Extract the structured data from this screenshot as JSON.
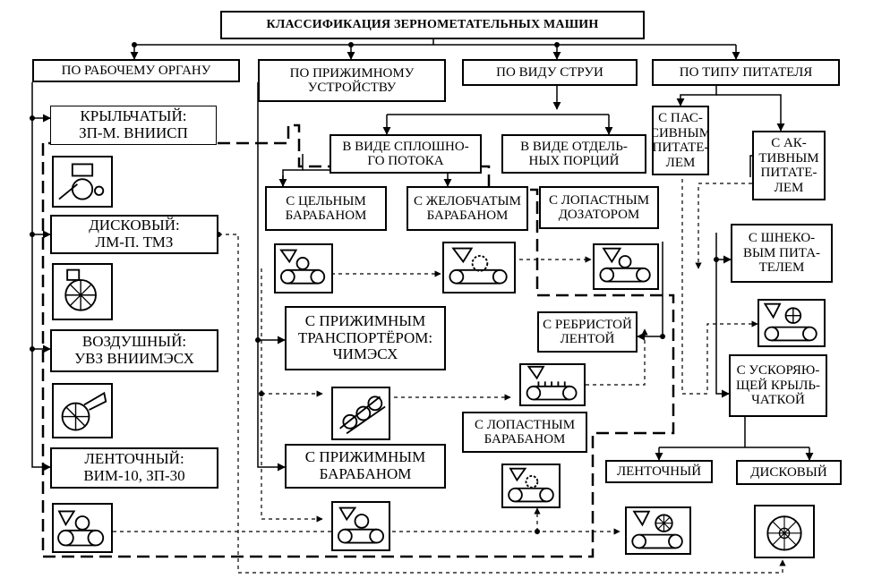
{
  "title": "КЛАССИФИКАЦИЯ ЗЕРНОМЕТАТЕЛЬНЫХ МАШИН",
  "categories": {
    "working_organ": "ПО РАБОЧЕМУ ОРГАНУ",
    "pressing_device": "ПО ПРИЖИМНОМУ\nУСТРОЙСТВУ",
    "jet_type": "ПО ВИДУ СТРУИ",
    "feeder_type": "ПО ТИПУ ПИТАТЕЛЯ"
  },
  "working_organ": {
    "wing": "КРЫЛЬЧАТЫЙ:\nЗП-М. ВНИИСП",
    "disc": "ДИСКОВЫЙ:\nЛМ-П. ТМЗ",
    "air": "ВОЗДУШНЫЙ:\nУВЗ ВНИИМЭСХ",
    "belt": "ЛЕНТОЧНЫЙ:\nВИМ-10, ЗП-30"
  },
  "jet": {
    "continuous": "В ВИДЕ СПЛОШНО-\nГО ПОТОКА",
    "portions": "В ВИДЕ ОТДЕЛЬ-\nНЫХ ПОРЦИЙ"
  },
  "pressing": {
    "solid_drum": "С ЦЕЛЬНЫМ\nБАРАБАНОМ",
    "grooved_drum": "С ЖЕЛОБЧАТЫМ\nБАРАБАНОМ",
    "blade_dispenser": "С ЛОПАСТНЫМ\nДОЗАТОРОМ",
    "conveyor": "С ПРИЖИМНЫМ\nТРАНСПОРТЁРОМ:\nЧИМЭСХ",
    "ribbed_belt": "С РЕБРИСТОЙ\nЛЕНТОЙ",
    "blade_drum": "С ЛОПАСТНЫМ\nБАРАБАНОМ",
    "pressure_drum": "С ПРИЖИМНЫМ\nБАРАБАНОМ"
  },
  "feeder": {
    "passive": "С ПАС-\nСИВНЫМ\nПИТАТЕ-\nЛЕМ",
    "active": "С АК-\nТИВНЫМ\nПИТАТЕ-\nЛЕМ",
    "auger": "С ШНЕКО-\nВЫМ ПИТА-\nТЕЛЕМ",
    "accelerating": "С УСКОРЯЮ-\nЩЕЙ КРЫЛЬ-\nЧАТКОЙ",
    "belt": "ЛЕНТОЧНЫЙ",
    "disc": "ДИСКОВЫЙ"
  }
}
